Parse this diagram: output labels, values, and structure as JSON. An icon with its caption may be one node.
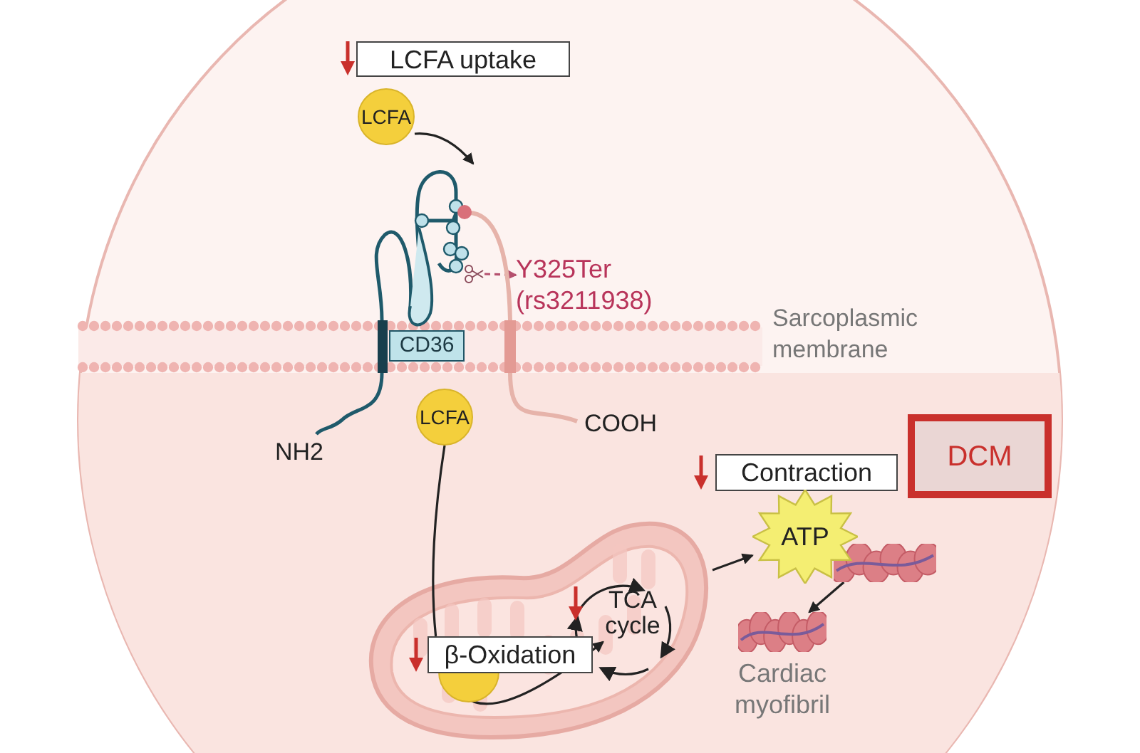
{
  "diagram": {
    "nodes": [
      {
        "text": [
          "LCFA uptake"
        ]
      },
      {
        "text": [
          "LCFA"
        ]
      },
      {
        "text": [
          "CD36"
        ]
      },
      {
        "text": [],
        "shape": "picture",
        "in": 2
      },
      {
        "text": [
          "Y325Ter (rs3211938)"
        ]
      },
      {
        "text": [
          "LCFA"
        ]
      },
      {
        "text": [],
        "shape": "picture"
      },
      {
        "text": [
          "β-Oxidation"
        ],
        "in": 6
      },
      {
        "text": [
          "TCA cycle"
        ],
        "in": 6
      },
      {
        "text": [
          "Contraction"
        ]
      },
      {
        "text": [
          "ATP"
        ]
      },
      {
        "text": [],
        "shape": "picture"
      },
      {
        "text": [
          "Cardiac myofibril"
        ]
      },
      {
        "text": [
          "DCM"
        ]
      }
    ],
    "edges": [
      {
        "from": 1,
        "to": 2,
        "arrow": "to"
      },
      {
        "from": 3,
        "to": 4,
        "arrow": "to",
        "style": "dashed",
        "color": "#b5506e"
      },
      {
        "from": 5,
        "to": 7,
        "arrow": "none"
      },
      {
        "from": 7,
        "to": 8,
        "arrow": "to"
      },
      {
        "from": 6,
        "to": 10,
        "arrow": "to"
      },
      {
        "from": 11,
        "to": 12,
        "arrow": "to"
      }
    ],
    "labels": [
      "Sarcoplasmic membrane",
      "NH2",
      "COOH"
    ]
  }
}
